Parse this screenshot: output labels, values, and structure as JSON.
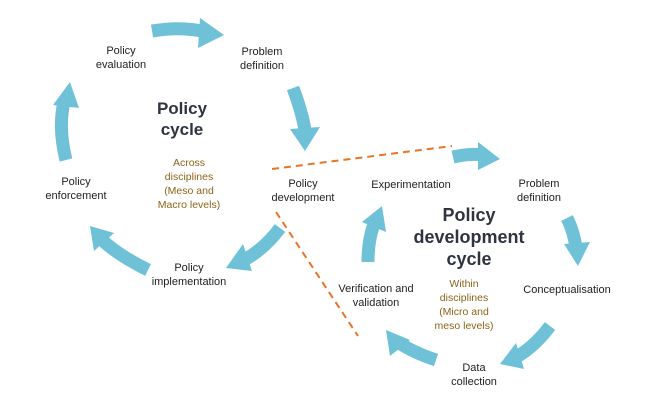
{
  "policy_cycle": {
    "title": "Policy\ncycle",
    "scope": "Across\ndisciplines\n(Meso and\nMacro levels)",
    "stages": {
      "evaluation": "Policy\nevaluation",
      "problem_definition": "Problem\ndefinition",
      "development": "Policy\ndevelopment",
      "implementation": "Policy\nimplementation",
      "enforcement": "Policy\nenforcement"
    }
  },
  "development_cycle": {
    "title": "Policy\ndevelopment\ncycle",
    "scope": "Within\ndisciplines\n(Micro and\nmeso levels)",
    "stages": {
      "experimentation": "Experimentation",
      "problem_definition": "Problem\ndefinition",
      "conceptualisation": "Conceptualisation",
      "data_collection": "Data\ncollection",
      "verification": "Verification and\nvalidation"
    }
  },
  "colors": {
    "arrow": "#6ec1d6",
    "dash": "#e8742a",
    "title": "#2e3540",
    "scope": "#8a6418"
  }
}
